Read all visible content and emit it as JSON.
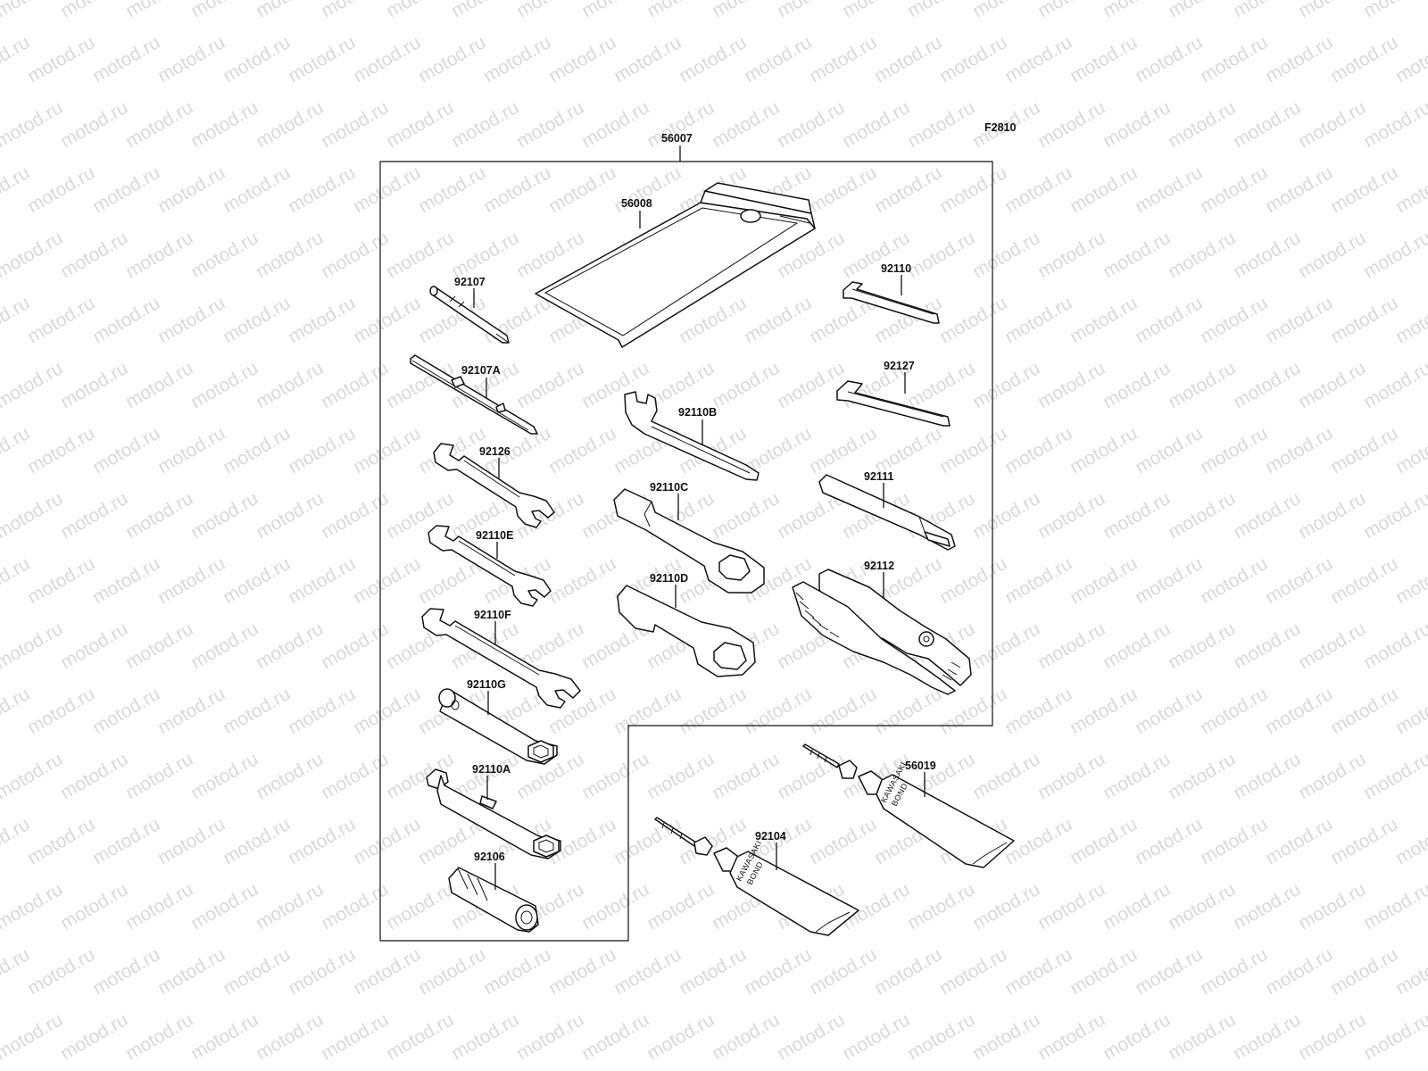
{
  "watermark": "motod.ru",
  "figure_code": "F2810",
  "set_label": "56007",
  "parts": [
    {
      "id": "p56008",
      "label": "56008"
    },
    {
      "id": "p92107",
      "label": "92107"
    },
    {
      "id": "p92107A",
      "label": "92107A"
    },
    {
      "id": "p92126",
      "label": "92126"
    },
    {
      "id": "p92110E",
      "label": "92110E"
    },
    {
      "id": "p92110F",
      "label": "92110F"
    },
    {
      "id": "p92110G",
      "label": "92110G"
    },
    {
      "id": "p92110A",
      "label": "92110A"
    },
    {
      "id": "p92106",
      "label": "92106"
    },
    {
      "id": "p92110B",
      "label": "92110B"
    },
    {
      "id": "p92110C",
      "label": "92110C"
    },
    {
      "id": "p92110D",
      "label": "92110D"
    },
    {
      "id": "p92110",
      "label": "92110"
    },
    {
      "id": "p92127",
      "label": "92127"
    },
    {
      "id": "p92111",
      "label": "92111"
    },
    {
      "id": "p92112",
      "label": "92112"
    },
    {
      "id": "p56019",
      "label": "56019"
    },
    {
      "id": "p92104",
      "label": "92104"
    }
  ],
  "tube_text": {
    "line1": "KAWASAKI",
    "line2": "BOND"
  }
}
